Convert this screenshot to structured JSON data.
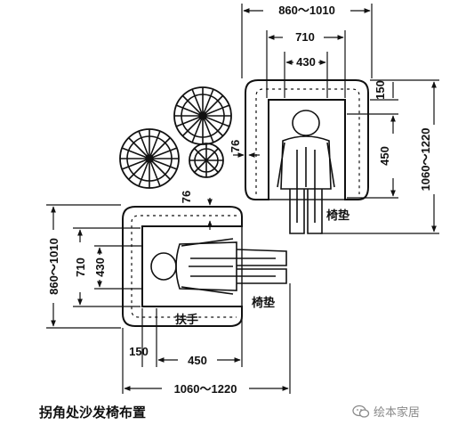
{
  "caption": "拐角处沙发椅布置",
  "watermark": {
    "text": "绘本家居",
    "icon": "wechat-icon"
  },
  "labels": {
    "cushion_top": "椅垫",
    "cushion_bottom": "椅垫",
    "armrest": "扶手"
  },
  "dimensions": {
    "top_overall": "860～1010",
    "top_mid": "710",
    "top_inner": "430",
    "right_150": "150",
    "right_450": "450",
    "right_overall": "1060～1220",
    "gap_upper": "76",
    "gap_lower": "76",
    "left_overall": "860～1010",
    "left_mid": "710",
    "left_inner": "430",
    "bottom_150": "150",
    "bottom_450": "450",
    "bottom_overall": "1060～1220"
  }
}
